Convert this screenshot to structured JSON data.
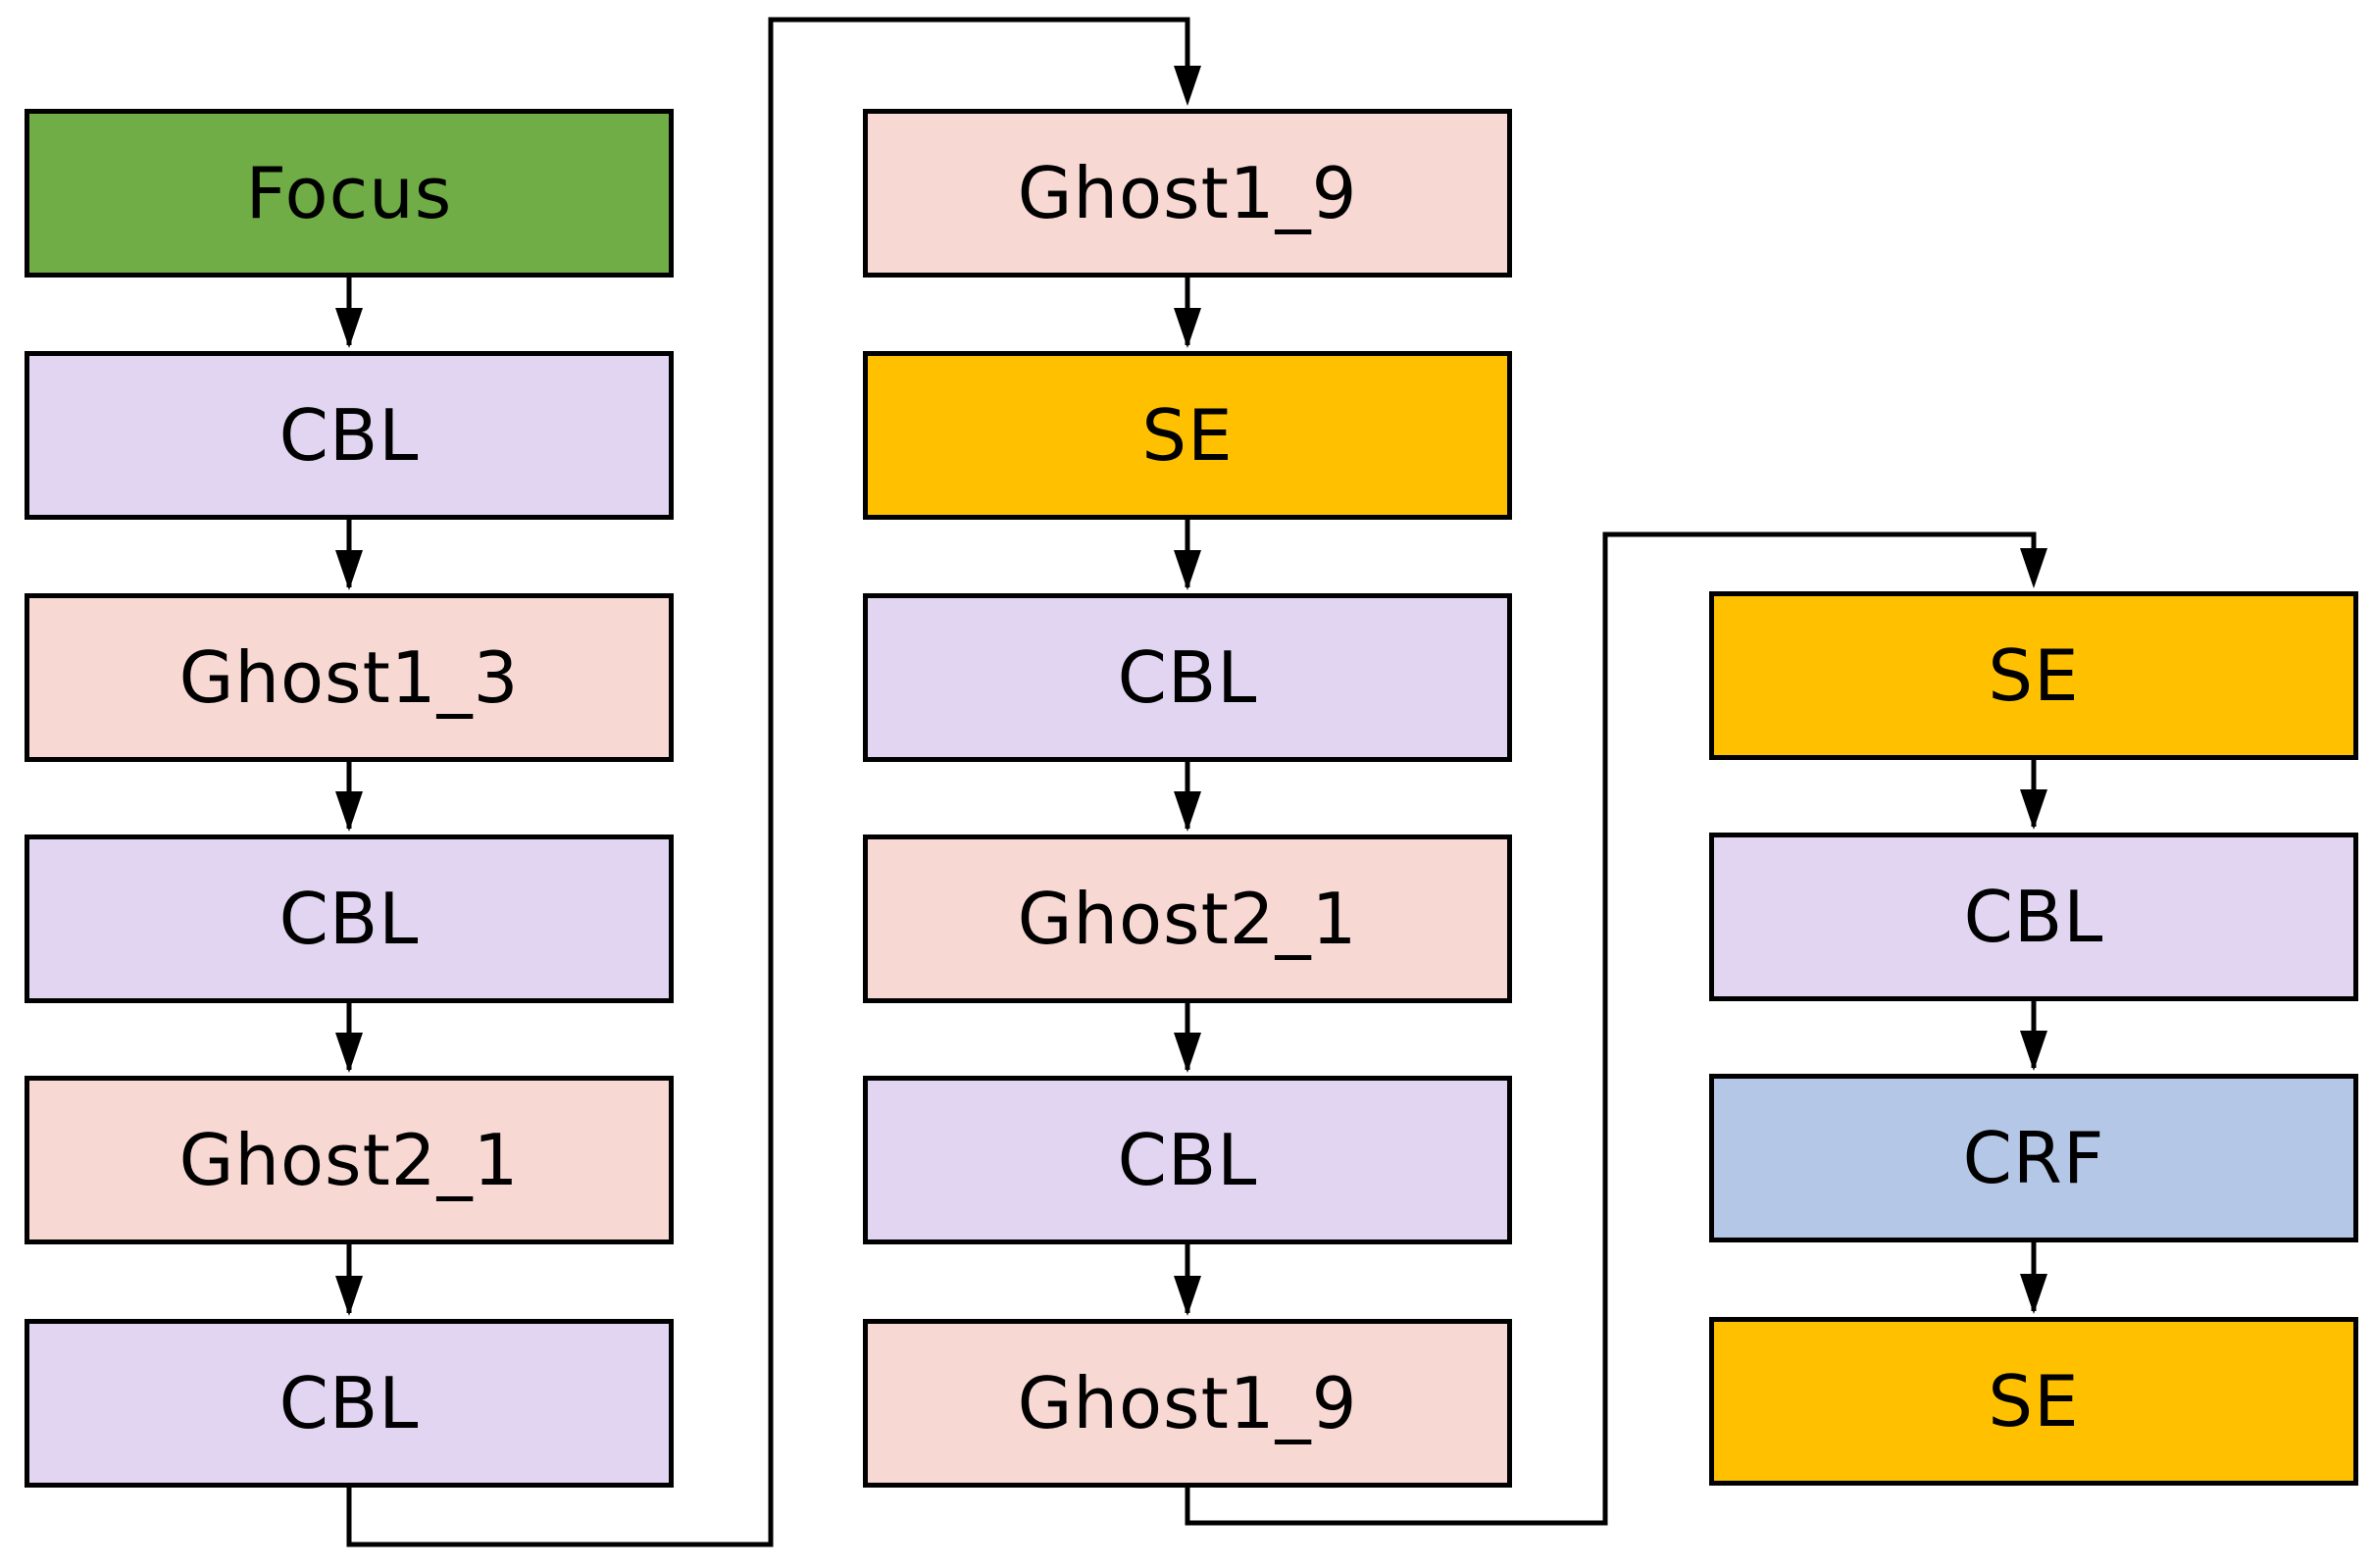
{
  "colors": {
    "focus": "#70ad47",
    "cbl": "#e1d5f2",
    "ghost": "#f8d8d3",
    "se": "#ffc000",
    "crf": "#b4c7e7",
    "stroke": "#000000"
  },
  "columns": [
    {
      "blocks": [
        {
          "label": "Focus",
          "kind": "focus"
        },
        {
          "label": "CBL",
          "kind": "cbl"
        },
        {
          "label": "Ghost1_3",
          "kind": "ghost"
        },
        {
          "label": "CBL",
          "kind": "cbl"
        },
        {
          "label": "Ghost2_1",
          "kind": "ghost"
        },
        {
          "label": "CBL",
          "kind": "cbl"
        }
      ]
    },
    {
      "blocks": [
        {
          "label": "Ghost1_9",
          "kind": "ghost"
        },
        {
          "label": "SE",
          "kind": "se"
        },
        {
          "label": "CBL",
          "kind": "cbl"
        },
        {
          "label": "Ghost2_1",
          "kind": "ghost"
        },
        {
          "label": "CBL",
          "kind": "cbl"
        },
        {
          "label": "Ghost1_9",
          "kind": "ghost"
        }
      ]
    },
    {
      "blocks": [
        {
          "label": "SE",
          "kind": "se"
        },
        {
          "label": "CBL",
          "kind": "cbl"
        },
        {
          "label": "CRF",
          "kind": "crf"
        },
        {
          "label": "SE",
          "kind": "se"
        }
      ]
    }
  ]
}
